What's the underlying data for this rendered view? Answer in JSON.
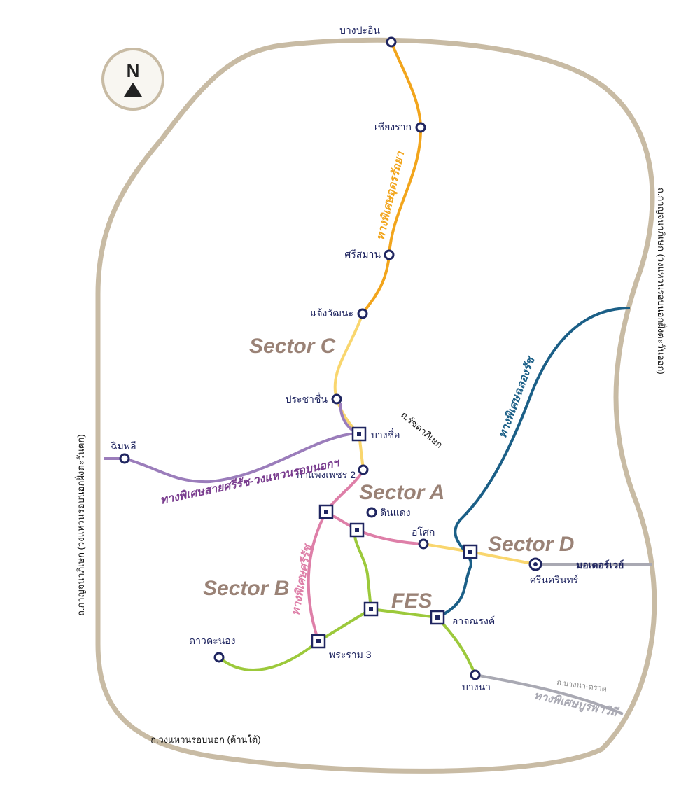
{
  "compass": {
    "letter": "N",
    "icon": "north-arrow-icon"
  },
  "colors": {
    "ring": "#c8bba4",
    "orange": "#f2a51c",
    "yellow": "#f9d66e",
    "purple": "#9b7dbb",
    "pink": "#de7fa8",
    "green": "#9cc93b",
    "blue": "#1b5f87",
    "gray": "#a9a9b3",
    "station": "#1f2560"
  },
  "stations": {
    "bang_pa_in": "บางปะอิน",
    "chiang_rak": "เชียงราก",
    "si_saman": "ศรีสมาน",
    "chaeng_watthana": "แจ้งวัฒนะ",
    "pracha_chuen": "ประชาชื่น",
    "bang_sue": "บางซื่อ",
    "chim_phli": "ฉิมพลี",
    "kamphaeng_phet": "กำแพงเพชร 2",
    "din_daeng": "ดินแดง",
    "asok": "อโศก",
    "srinakarin": "ศรีนครินทร์",
    "motorway": "มอเตอร์เวย์",
    "at_narong": "อาจณรงค์",
    "rama3": "พระราม 3",
    "dao_khanong": "ดาวคะนอง",
    "bang_na": "บางนา"
  },
  "sectors": {
    "a": "Sector A",
    "b": "Sector B",
    "c": "Sector C",
    "d": "Sector D",
    "fes": "FES"
  },
  "roads": {
    "ratchadaphisek": "ถ.รัชดาภิเษก",
    "outer_ring_south": "ถ.วงแหวนรอบนอก (ด้านใต้)",
    "kanchanaphisek_west": "ถ.กาญจนาภิเษก (วงแหวนรอบนอกฝั่งตะวันตก)",
    "kanchanaphisek_east": "ถ.กาญจนาภิเษก (วงแหวนรอบนอกฝั่งตะวันออก)",
    "bangna_trat": "ถ.บางนา-ตราด"
  },
  "lines": {
    "udon_rattaya": "ทางพิเศษอุดรรัถยา",
    "sirat_outer_ring": "ทางพิเศษสายศรีรัช-วงแหวนรอบนอกฯ",
    "si_rat": "ทางพิเศษศรีรัช",
    "chalong_rat": "ทางพิเศษฉลองรัช",
    "burapha_withi": "ทางพิเศษบูรพาวิถี"
  }
}
